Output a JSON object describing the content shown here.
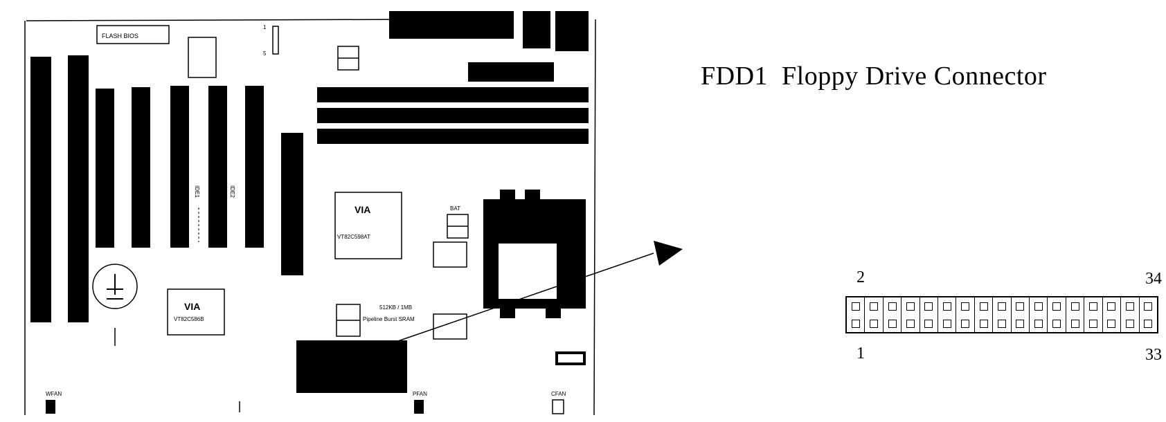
{
  "connector": {
    "name": "FDD1",
    "description": "Floppy Drive Connector",
    "pin_top_left": "2",
    "pin_top_right": "34",
    "pin_bottom_left": "1",
    "pin_bottom_right": "33",
    "pin_pairs": 17
  },
  "board": {
    "flash_bios_label": "FLASH BIOS",
    "north_chip_brand": "VIA",
    "north_chip_model": "VT82C598AT",
    "south_chip_brand": "VIA",
    "south_chip_model": "VT82C586B",
    "bat_label": "BAT",
    "cache_label_line1": "512KB / 1MB",
    "cache_label_line2": "Pipeline Burst SRAM",
    "jumper_top_1": "1",
    "jumper_top_5": "5",
    "ide1_label": "IDE1",
    "ide2_label": "IDE2",
    "fan_label_left": "WFAN",
    "fan_label_mid": "PFAN",
    "fan_label_right": "CFAN"
  }
}
